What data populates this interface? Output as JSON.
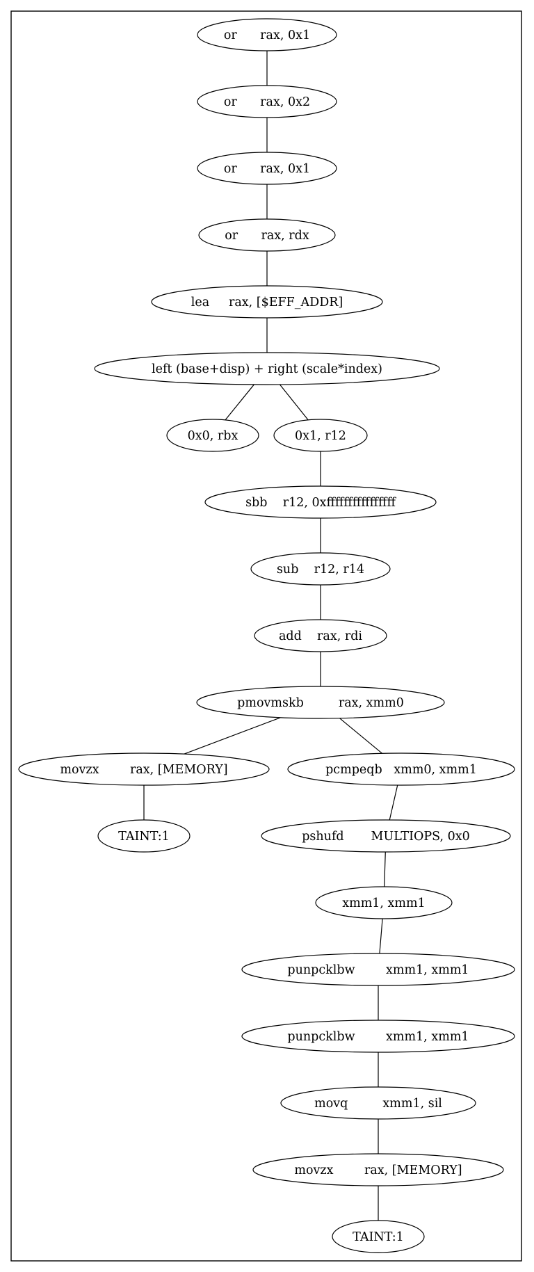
{
  "nodes": [
    {
      "id": "n1",
      "label": "or      rax, 0x1"
    },
    {
      "id": "n2",
      "label": "or      rax, 0x2"
    },
    {
      "id": "n3",
      "label": "or      rax, 0x1"
    },
    {
      "id": "n4",
      "label": "or      rax, rdx"
    },
    {
      "id": "n5",
      "label": "lea     rax, [$EFF_ADDR]"
    },
    {
      "id": "n6",
      "label": "left (base+disp) + right (scale*index)"
    },
    {
      "id": "n7",
      "label": "0x0, rbx"
    },
    {
      "id": "n8",
      "label": "0x1, r12"
    },
    {
      "id": "n9",
      "label": "sbb    r12, 0xffffffffffffffff"
    },
    {
      "id": "n10",
      "label": "sub    r12, r14"
    },
    {
      "id": "n11",
      "label": "add    rax, rdi"
    },
    {
      "id": "n12",
      "label": "pmovmskb         rax, xmm0"
    },
    {
      "id": "n13",
      "label": "movzx        rax, [MEMORY]"
    },
    {
      "id": "n14",
      "label": "pcmpeqb   xmm0, xmm1"
    },
    {
      "id": "n15",
      "label": "TAINT:1"
    },
    {
      "id": "n16",
      "label": "pshufd       MULTIOPS, 0x0"
    },
    {
      "id": "n17",
      "label": "xmm1, xmm1"
    },
    {
      "id": "n18",
      "label": "punpcklbw        xmm1, xmm1"
    },
    {
      "id": "n19",
      "label": "punpcklbw        xmm1, xmm1"
    },
    {
      "id": "n20",
      "label": "movq         xmm1, sil"
    },
    {
      "id": "n21",
      "label": "movzx        rax, [MEMORY]"
    },
    {
      "id": "n22",
      "label": "TAINT:1"
    }
  ],
  "edges": [
    [
      "n1",
      "n2"
    ],
    [
      "n2",
      "n3"
    ],
    [
      "n3",
      "n4"
    ],
    [
      "n4",
      "n5"
    ],
    [
      "n5",
      "n6"
    ],
    [
      "n6",
      "n7"
    ],
    [
      "n6",
      "n8"
    ],
    [
      "n8",
      "n9"
    ],
    [
      "n9",
      "n10"
    ],
    [
      "n10",
      "n11"
    ],
    [
      "n11",
      "n12"
    ],
    [
      "n12",
      "n13"
    ],
    [
      "n12",
      "n14"
    ],
    [
      "n13",
      "n15"
    ],
    [
      "n14",
      "n16"
    ],
    [
      "n16",
      "n17"
    ],
    [
      "n17",
      "n18"
    ],
    [
      "n18",
      "n19"
    ],
    [
      "n19",
      "n20"
    ],
    [
      "n20",
      "n21"
    ],
    [
      "n21",
      "n22"
    ]
  ]
}
